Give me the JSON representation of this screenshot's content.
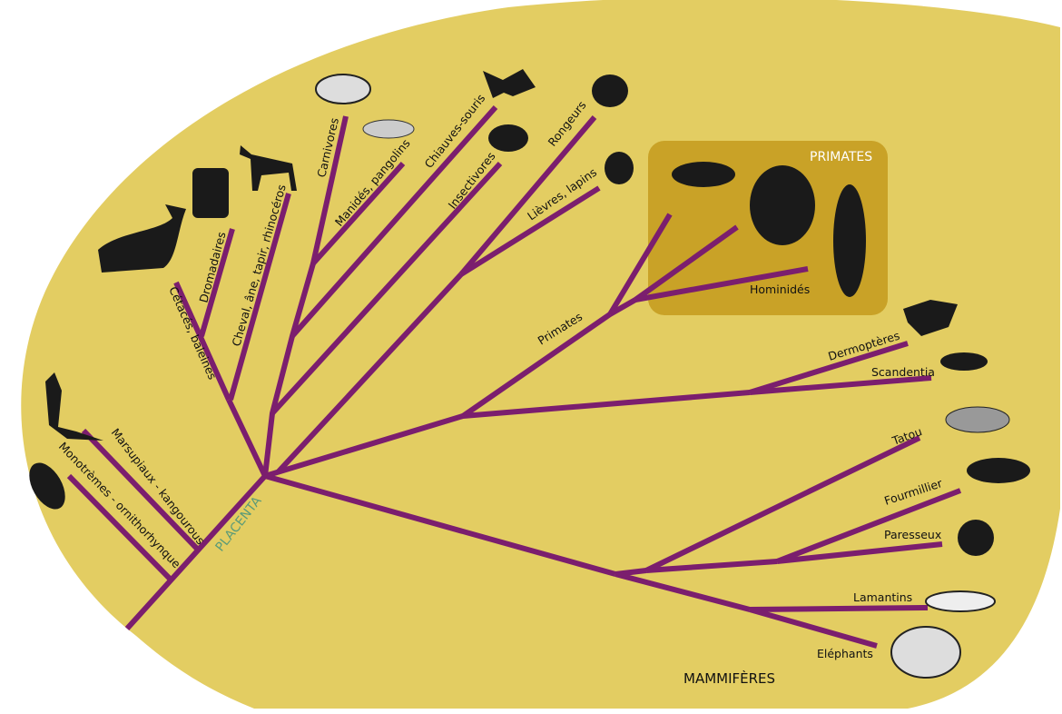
{
  "title": "MAMMIFÈRES",
  "placenta_label": "PLACENTA",
  "primates_box_title": "PRIMATES",
  "colors": {
    "background": "#e3cd62",
    "branch": "#7b1e6e",
    "primates_box": "#c9a227",
    "placenta": "#5a9a78"
  },
  "labels": {
    "monotremes": "Monotrèmes - ornithorhynque",
    "marsupiaux": "Marsupiaux - kangourous",
    "cetaces": "Cétacés, baleines",
    "dromadaires": "Dromadaires",
    "cheval": "Cheval, âne, tapir, rhinocéros",
    "carnivores": "Carnivores",
    "manides": "Manidés, pangolins",
    "chauves_souris": "Chiauves-souris",
    "insectivores": "Insectivores",
    "rongeurs": "Rongeurs",
    "lievres": "Lièvres, lapins",
    "primates": "Primates",
    "hominides": "Hominidés",
    "dermopteres": "Dermoptères",
    "scandentia": "Scandentia",
    "tatou": "Tatou",
    "fourmillier": "Fourmillier",
    "paresseux": "Paresseux",
    "lamantins": "Lamantins",
    "elephants": "Eléphants"
  }
}
